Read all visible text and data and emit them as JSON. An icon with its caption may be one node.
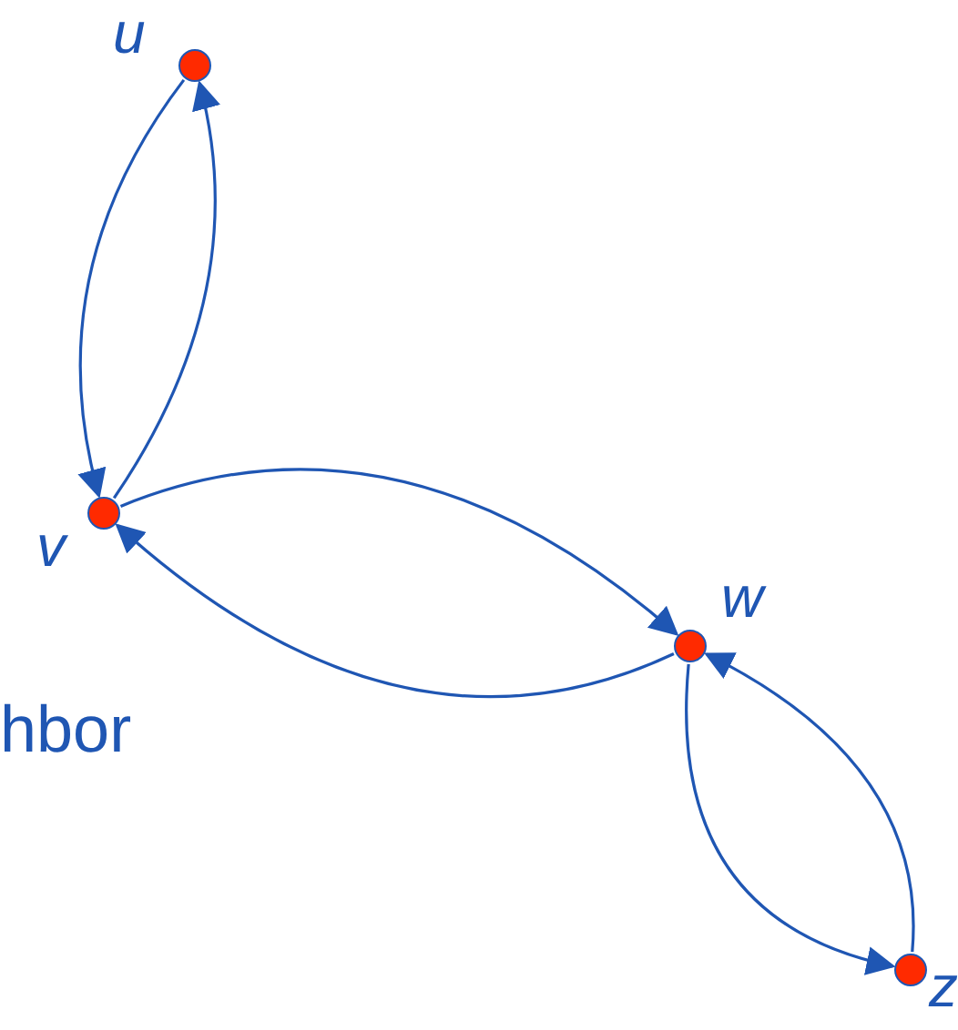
{
  "diagram": {
    "nodes": [
      {
        "text": [],
        "shape": "circle",
        "beside": [
          "u"
        ]
      },
      {
        "text": [],
        "shape": "circle",
        "beside": [
          "v"
        ]
      },
      {
        "text": [],
        "shape": "circle",
        "beside": [
          "w"
        ]
      },
      {
        "text": [],
        "shape": "circle",
        "beside": [
          "z"
        ]
      }
    ],
    "edges": [
      {
        "from": 0,
        "to": 1,
        "arrow": "to"
      },
      {
        "from": 1,
        "to": 0,
        "arrow": "to"
      },
      {
        "from": 1,
        "to": 2,
        "arrow": "to"
      },
      {
        "from": 2,
        "to": 1,
        "arrow": "to"
      },
      {
        "from": 2,
        "to": 3,
        "arrow": "to"
      },
      {
        "from": 3,
        "to": 2,
        "arrow": "to"
      }
    ],
    "labels": [
      "hbor"
    ]
  }
}
